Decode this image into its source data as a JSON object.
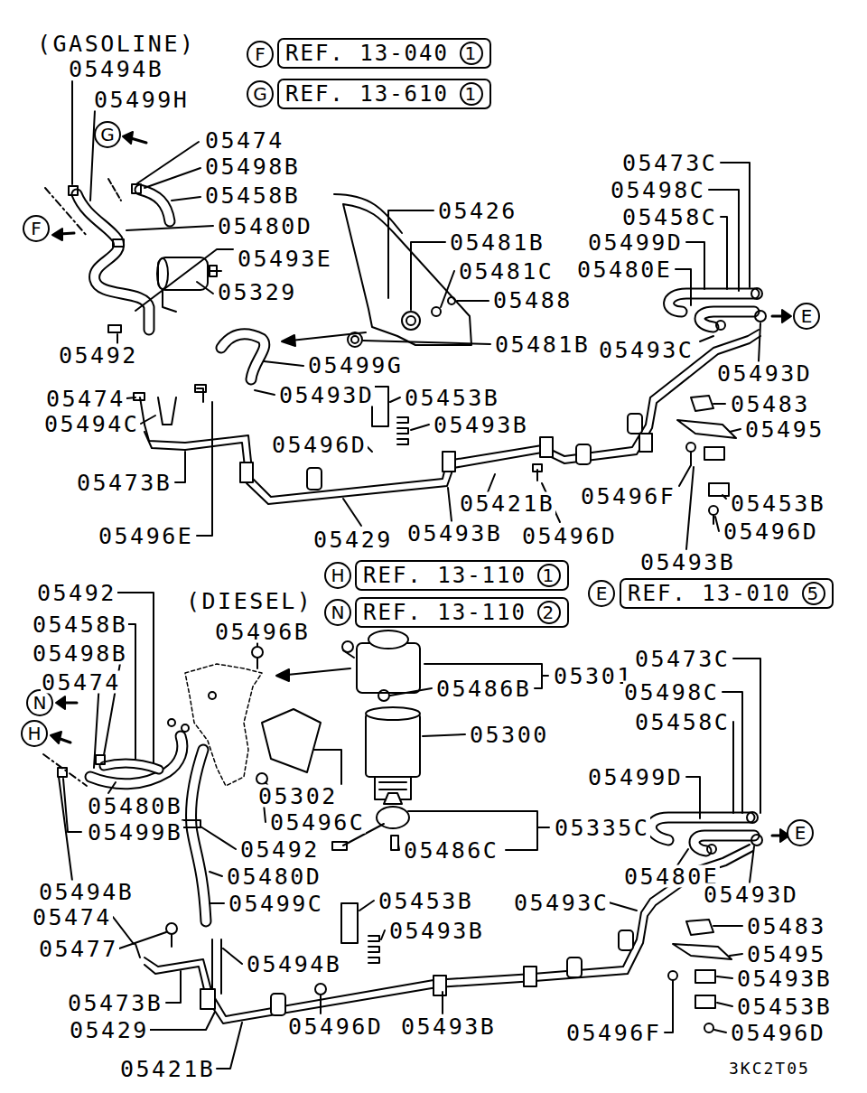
{
  "diagram": {
    "nodes": [
      {
        "text": [
          "F"
        ]
      },
      {
        "text": [
          "REF. 13-040"
        ]
      },
      {
        "text": [
          "1"
        ],
        "in": 1
      },
      {
        "text": [
          "G"
        ]
      },
      {
        "text": [
          "REF. 13-610"
        ]
      },
      {
        "text": [
          "1"
        ],
        "in": 4
      },
      {
        "text": [
          "G"
        ]
      },
      {
        "text": [
          "F"
        ]
      },
      {
        "text": [
          "E"
        ]
      },
      {
        "text": [
          "H"
        ]
      },
      {
        "text": [
          "REF. 13-110"
        ]
      },
      {
        "text": [
          "1"
        ],
        "in": 10
      },
      {
        "text": [
          "N"
        ]
      },
      {
        "text": [
          "REF. 13-110"
        ]
      },
      {
        "text": [
          "2"
        ],
        "in": 13
      },
      {
        "text": [
          "E"
        ]
      },
      {
        "text": [
          "REF. 13-010"
        ]
      },
      {
        "text": [
          "5"
        ],
        "in": 16
      },
      {
        "text": [
          "N"
        ]
      },
      {
        "text": [
          "H"
        ]
      },
      {
        "text": [
          "E"
        ]
      }
    ],
    "labels": [
      "(GASOLINE)",
      "05494B",
      "05499H",
      "05474",
      "05498B",
      "05458B",
      "05426",
      "05480D",
      "05481B",
      "05493E",
      "05481C",
      "05329",
      "05488",
      "05481B",
      "05492",
      "05499G",
      "05493D",
      "05474",
      "05453B",
      "05494C",
      "05493B",
      "05496D",
      "05473B",
      "05421B",
      "05496E",
      "05429",
      "05493B",
      "05496D",
      "05473C",
      "05498C",
      "05458C",
      "05499D",
      "05480E",
      "05493C",
      "05493D",
      "05483",
      "05495",
      "05496F",
      "05453B",
      "05496D",
      "05493B",
      "05492",
      "(DIESEL)",
      "05458B",
      "05496B",
      "05498B",
      "05474",
      "05301",
      "05486B",
      "05300",
      "05473C",
      "05498C",
      "05458C",
      "05499D",
      "05302",
      "05480B",
      "05496C",
      "05335C",
      "05499B",
      "05492",
      "05486C",
      "05480D",
      "05480E",
      "05494B",
      "05493D",
      "05493C",
      "05499C",
      "05453B",
      "05474",
      "05483",
      "05493B",
      "05477",
      "05495",
      "05494B",
      "05493B",
      "05473B",
      "05453B",
      "05429",
      "05496D",
      "05493B",
      "05496F",
      "05496D",
      "05421B",
      "3KC2T05"
    ]
  }
}
